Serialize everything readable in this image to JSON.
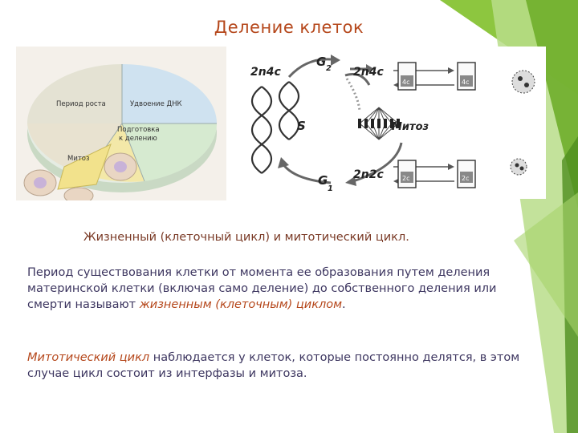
{
  "slide": {
    "title": "Деление клеток",
    "colors": {
      "title": "#b5471b",
      "body": "#3d3660",
      "accent_green": "#8dc63f",
      "term": "#b5471b"
    }
  },
  "left_figure": {
    "labels": {
      "growth": "Период роста",
      "dna": "Удвоение ДНК",
      "prep_line1": "Подготовка",
      "prep_line2": "к делению",
      "mitosis": "Митоз"
    }
  },
  "right_figure": {
    "labels": {
      "g2": "G",
      "g2_sub": "2",
      "g1": "G",
      "g1_sub": "1",
      "s": "S",
      "top_left_formula": "2n4c",
      "top_right_formula": "2n4c",
      "bottom_formula": "2n2c",
      "mitosis": "Митоз",
      "box_top_1": "4c",
      "box_top_2": "4c",
      "box_bottom_1": "2c",
      "box_bottom_2": "2c"
    }
  },
  "text": {
    "caption": "Жизненный (клеточный цикл) и митотический цикл.",
    "p1_plain": "Период существования клетки от момента ее образования путем деления материнской клетки (включая само деление) до собственного деления или смерти называют ",
    "p1_term": "жизненным (клеточным) циклом",
    "p1_end": ".",
    "p2_term": "Митотический цикл",
    "p2_plain": " наблюдается у клеток, которые постоянно делятся, в этом случае цикл состоит из интерфазы и митоза."
  }
}
